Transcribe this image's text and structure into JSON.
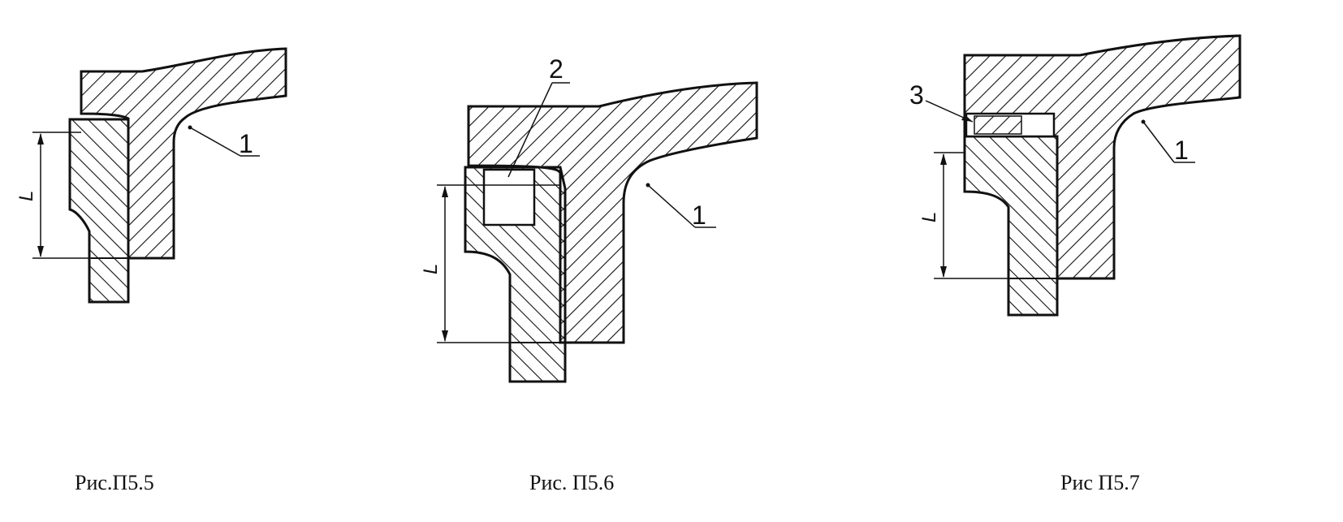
{
  "figures": [
    {
      "caption": "Рис.П5.5",
      "labels": {
        "part": "1",
        "dimension": "L"
      }
    },
    {
      "caption": "Рис. П5.6",
      "labels": {
        "part": "1",
        "insert": "2",
        "dimension": "L"
      }
    },
    {
      "caption": "Рис П5.7",
      "labels": {
        "part": "1",
        "gasket": "3",
        "dimension": "L"
      }
    }
  ],
  "colors": {
    "ink": "#111111",
    "paper": "#ffffff"
  }
}
